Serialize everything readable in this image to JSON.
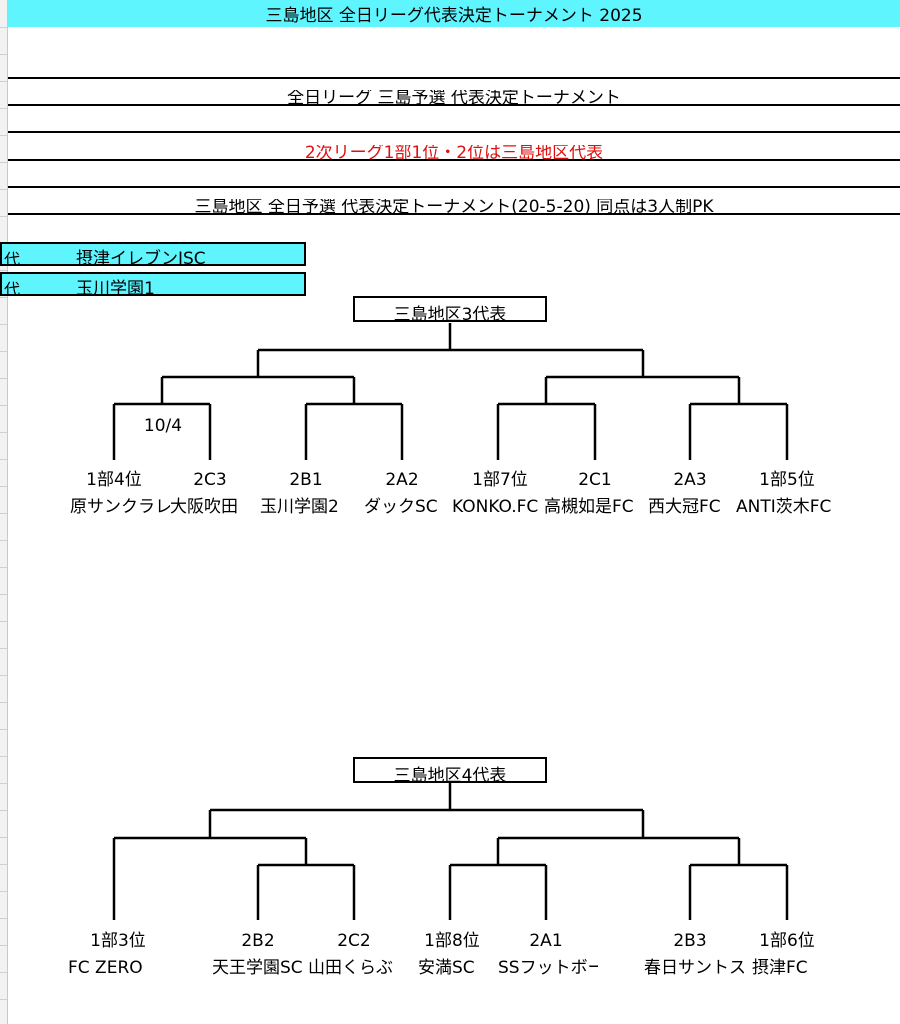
{
  "header": {
    "title": "三島地区 全日リーグ代表決定トーナメント 2025"
  },
  "bands": [
    {
      "text": "全日リーグ 三島予選 代表決定トーナメント",
      "color": "#000000"
    },
    {
      "text": "2次リーグ1部1位・2位は三島地区代表",
      "color": "#e01010"
    },
    {
      "text": "三島地区 全日予選 代表決定トーナメント(20-5-20) 同点は3人制PK",
      "color": "#000000"
    }
  ],
  "qualified": [
    {
      "mark": "代",
      "team": "摂津イレブンJSC"
    },
    {
      "mark": "代",
      "team": "玉川学園1"
    }
  ],
  "brackets": [
    {
      "winner_label": "三島地区3代表",
      "date_note": "10/4",
      "slots": [
        {
          "seed": "1部4位",
          "team": "原サンクラレ"
        },
        {
          "seed": "2C3",
          "team": "大阪吹田"
        },
        {
          "seed": "2B1",
          "team": "玉川学園2"
        },
        {
          "seed": "2A2",
          "team": "ダックSC"
        },
        {
          "seed": "1部7位",
          "team": "KONKO.FC"
        },
        {
          "seed": "2C1",
          "team": "高槻如是FC"
        },
        {
          "seed": "2A3",
          "team": "西大冠FC"
        },
        {
          "seed": "1部5位",
          "team": "ANTI茨木FC"
        }
      ]
    },
    {
      "winner_label": "三島地区4代表",
      "slots": [
        {
          "seed": "1部3位",
          "team": "FC ZERO"
        },
        {
          "seed": "2B2",
          "team": "天王学園SC"
        },
        {
          "seed": "2C2",
          "team": "山田くらぶ"
        },
        {
          "seed": "1部8位",
          "team": "安満SC"
        },
        {
          "seed": "2A1",
          "team": "SSフットボール"
        },
        {
          "seed": "2B3",
          "team": "春日サントス"
        },
        {
          "seed": "1部6位",
          "team": "摂津FC"
        }
      ]
    }
  ]
}
